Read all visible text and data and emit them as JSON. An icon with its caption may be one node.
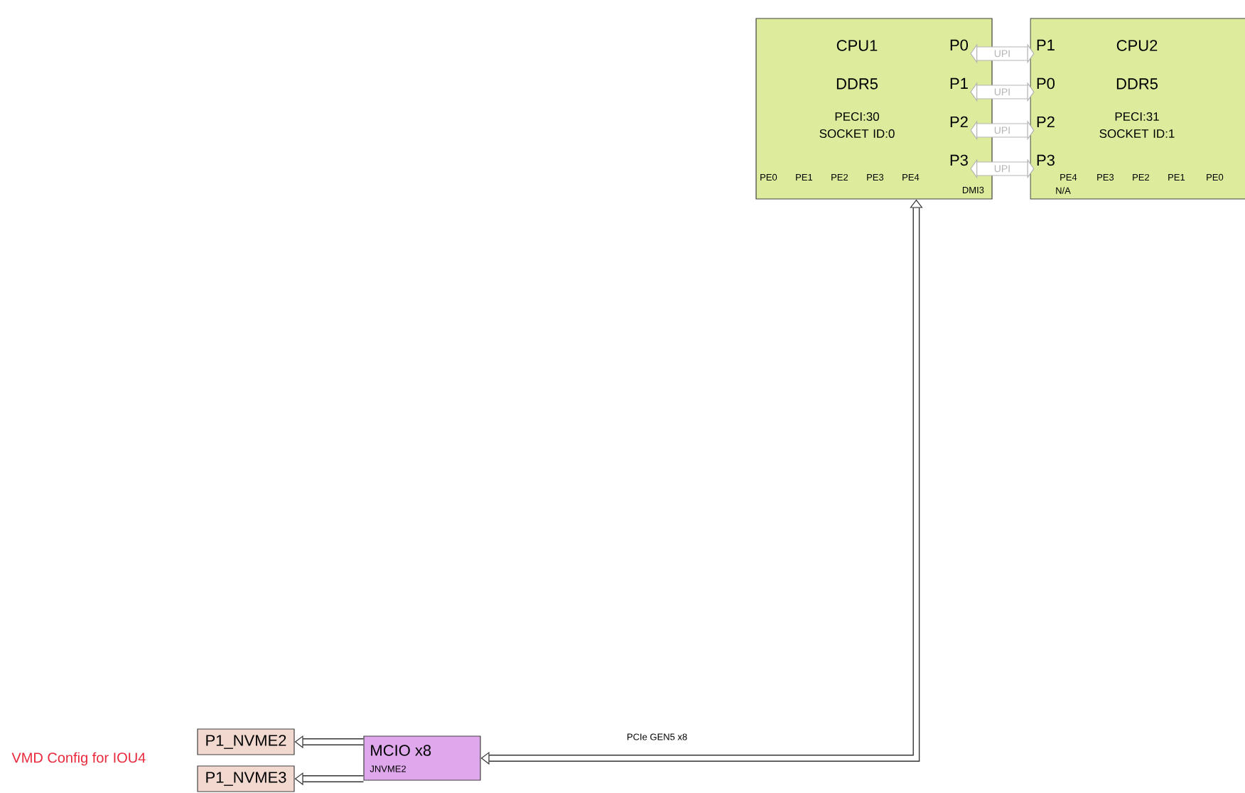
{
  "diagram": {
    "nodes": [
      {
        "text": [
          "CPU1",
          "DDR5",
          "PECI:30 SOCKET ID:0"
        ]
      },
      {
        "text": [
          "P0"
        ],
        "in": 0
      },
      {
        "text": [
          "P1"
        ],
        "in": 0
      },
      {
        "text": [
          "P2"
        ],
        "in": 0
      },
      {
        "text": [
          "P3"
        ],
        "in": 0
      },
      {
        "text": [
          "PE0"
        ],
        "in": 0
      },
      {
        "text": [
          "PE1"
        ],
        "in": 0
      },
      {
        "text": [
          "PE2"
        ],
        "in": 0
      },
      {
        "text": [
          "PE3"
        ],
        "in": 0
      },
      {
        "text": [
          "PE4"
        ],
        "in": 0
      },
      {
        "text": [
          "DMI3"
        ],
        "in": 0
      },
      {
        "text": [
          "CPU2",
          "DDR5",
          "PECI:31 SOCKET ID:1"
        ]
      },
      {
        "text": [
          "P1"
        ],
        "in": 11
      },
      {
        "text": [
          "P0"
        ],
        "in": 11
      },
      {
        "text": [
          "P2"
        ],
        "in": 11
      },
      {
        "text": [
          "P3"
        ],
        "in": 11
      },
      {
        "text": [
          "PE4"
        ],
        "in": 11,
        "beside": [
          "N/A"
        ]
      },
      {
        "text": [
          "PE3"
        ],
        "in": 11
      },
      {
        "text": [
          "PE2"
        ],
        "in": 11
      },
      {
        "text": [
          "PE1"
        ],
        "in": 11
      },
      {
        "text": [
          "PE0"
        ],
        "in": 11
      },
      {
        "text": [
          "MCIO x8",
          "JNVME2"
        ]
      },
      {
        "text": [
          "P1_NVME2"
        ]
      },
      {
        "text": [
          "P1_NVME3"
        ]
      }
    ],
    "edges": [
      {
        "from": 1,
        "to": 12,
        "arrow": "both",
        "label": "UPI",
        "color": "#b4b4b4"
      },
      {
        "from": 2,
        "to": 13,
        "arrow": "both",
        "label": "UPI",
        "color": "#b4b4b4"
      },
      {
        "from": 3,
        "to": 14,
        "arrow": "both",
        "label": "UPI",
        "color": "#b4b4b4"
      },
      {
        "from": 4,
        "to": 15,
        "arrow": "both",
        "label": "UPI",
        "color": "#b4b4b4"
      },
      {
        "from": 21,
        "to": 0,
        "arrow": "both",
        "label": "PCIe GEN5 x8",
        "color": "#333333"
      },
      {
        "from": 21,
        "to": 22,
        "arrow": "to",
        "color": "#333333"
      },
      {
        "from": 21,
        "to": 23,
        "arrow": "to",
        "color": "#333333"
      }
    ],
    "labels": [
      "VMD Config for IOU4"
    ]
  }
}
